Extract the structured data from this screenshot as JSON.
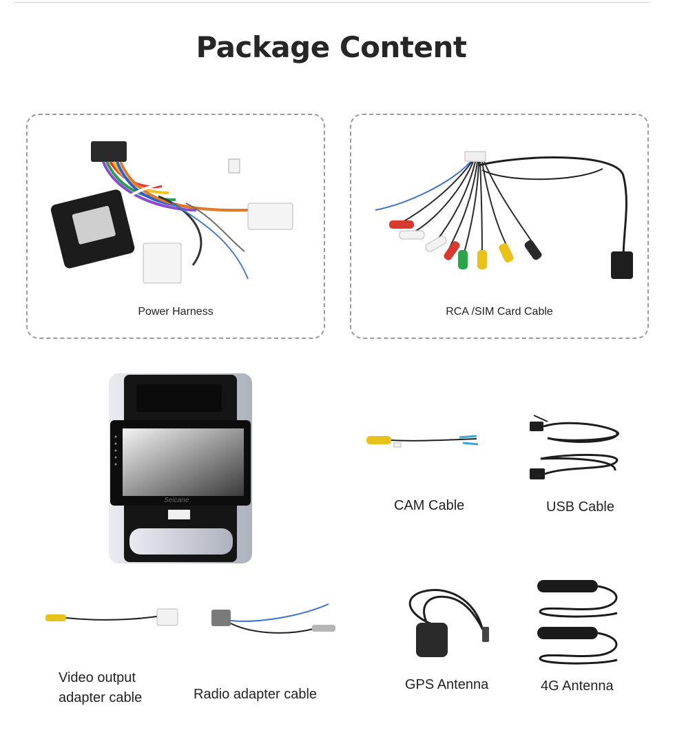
{
  "page": {
    "title": "Package Content",
    "items": {
      "power_harness": "Power Harness",
      "rca_sim_cable": "RCA /SIM Card Cable",
      "cam_cable": "CAM Cable",
      "usb_cable": "USB Cable",
      "video_output_line1": "Video output",
      "video_output_line2": "adapter cable",
      "radio_adapter": "Radio adapter cable",
      "gps_antenna": "GPS Antenna",
      "antenna_4g": "4G Antenna",
      "brand_on_unit": "Seicane"
    }
  },
  "colors": {
    "title": "#262626",
    "dashed_border": "#9a9a9a",
    "rca_red": "#d63a2f",
    "rca_yellow": "#e8c21a",
    "rca_green": "#2aa54a",
    "wire_blue": "#3b6fd1"
  }
}
